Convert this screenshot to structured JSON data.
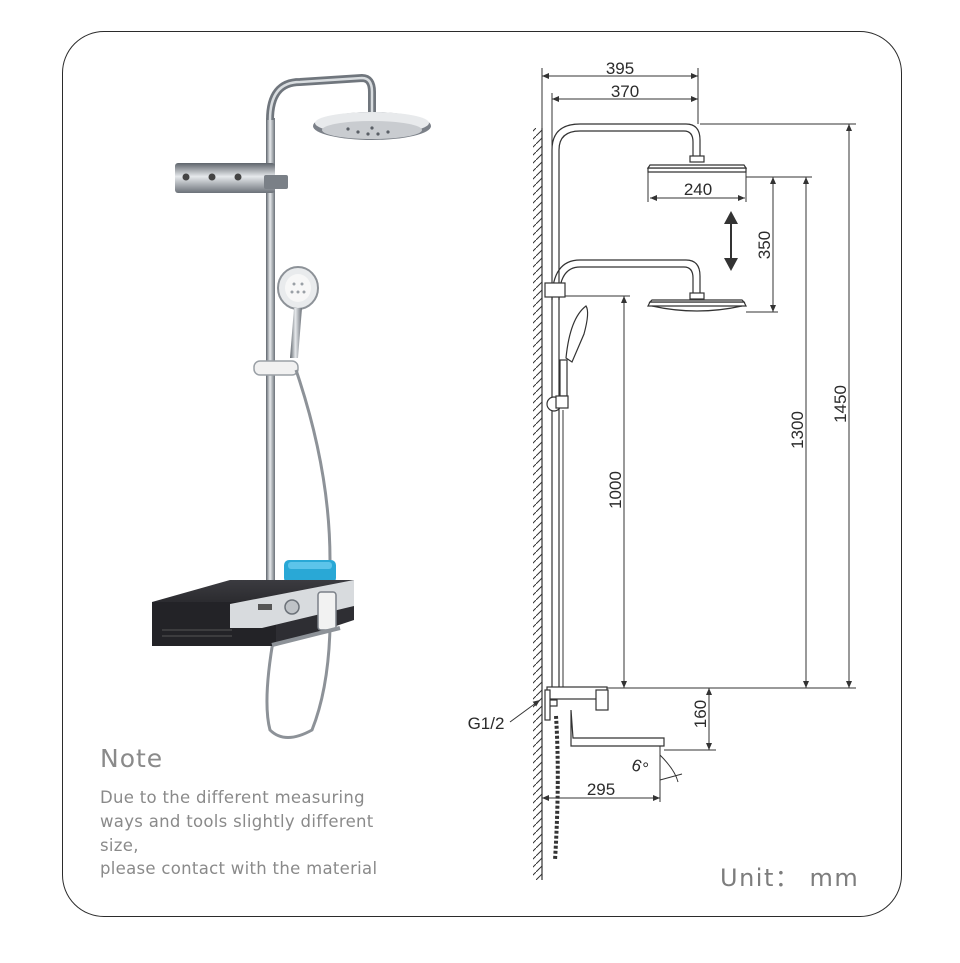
{
  "note": {
    "title": "Note",
    "lines": [
      "Due to the  different  measuring",
      "ways and tools slightly different",
      "size,",
      "please contact with the material"
    ]
  },
  "unit_label": "Unit： mm",
  "dimensions": {
    "d395": "395",
    "d370": "370",
    "d240": "240",
    "d350": "350",
    "d1450": "1450",
    "d1300": "1300",
    "d1000": "1000",
    "d160": "160",
    "d295": "295",
    "thread": "G1/2",
    "angle": "6°"
  },
  "colors": {
    "frame": "#2b2b2b",
    "text_gray": "#8a8a8a",
    "soap_blue": "#29a8d6",
    "shelf_dark": "#2a2a2e",
    "chrome": "#9aa0a6"
  }
}
